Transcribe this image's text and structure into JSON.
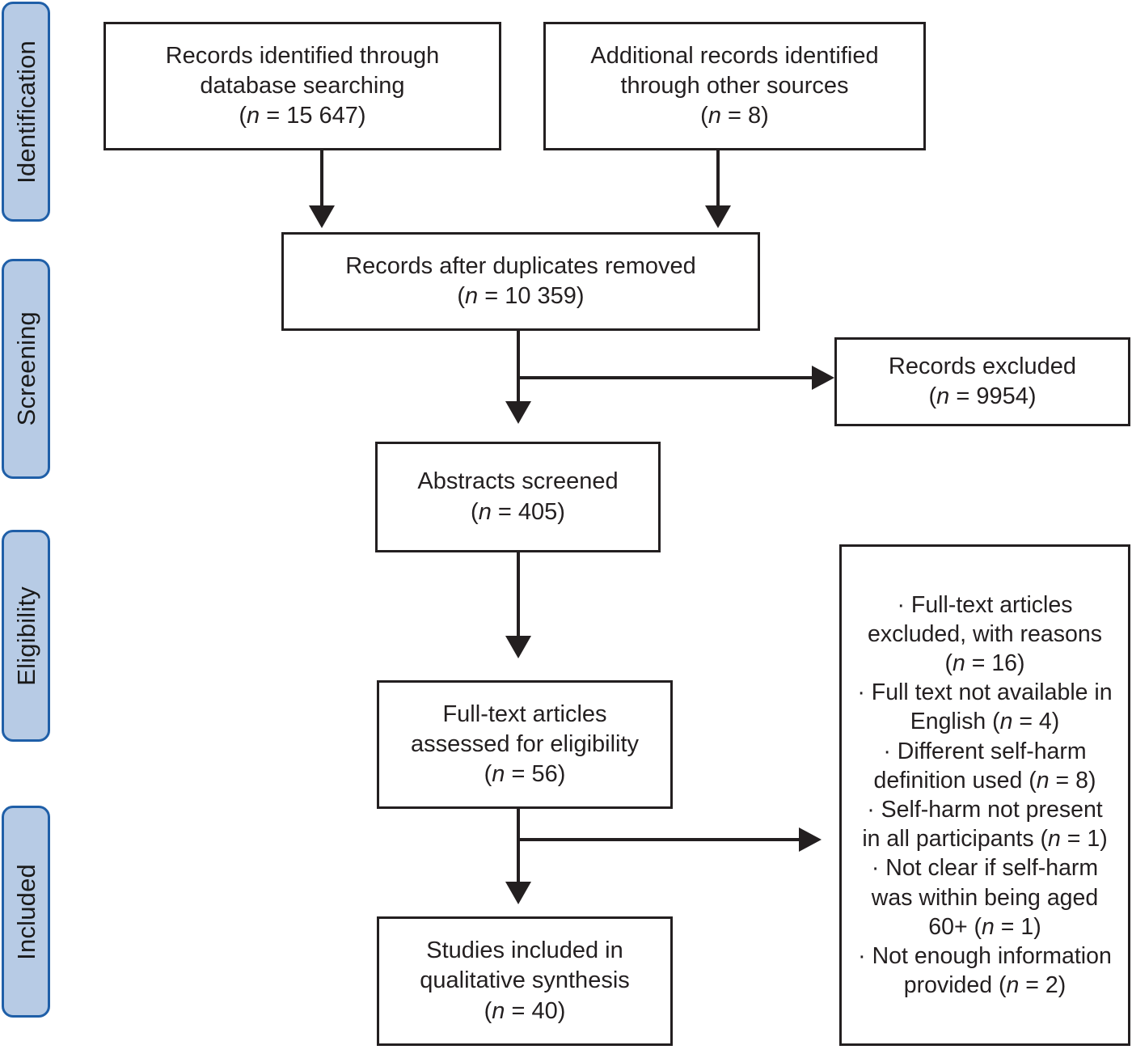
{
  "diagram": {
    "title": "PRISMA flow diagram",
    "type": "prisma-flow",
    "colors": {
      "stage_tab_fill": "#b7cbe5",
      "stage_tab_border": "#1f5fa8",
      "box_border": "#231f20",
      "box_fill": "#ffffff",
      "text": "#231f20",
      "arrow": "#231f20"
    }
  },
  "stages": [
    {
      "label": "Identification"
    },
    {
      "label": "Screening"
    },
    {
      "label": "Eligibility"
    },
    {
      "label": "Included"
    }
  ],
  "boxes": {
    "records_database": {
      "line1": "Records identified through",
      "line2": "database searching",
      "count_label": "(n = 15 647)",
      "n": 15647,
      "text": "Records identified through\ndatabase searching\n(n = 15 647)"
    },
    "records_other": {
      "line1": "Additional records identified",
      "line2": "through other sources",
      "count_label": "(n = 8)",
      "n": 8,
      "text": "Additional records identified\nthrough other sources\n(n = 8)"
    },
    "after_duplicates": {
      "line1": "Records after duplicates removed",
      "count_label": "(n = 10 359)",
      "n": 10359,
      "text": "Records after duplicates removed\n(n = 10 359)"
    },
    "records_excluded": {
      "line1": "Records excluded",
      "count_label": "(n = 9954)",
      "n": 9954,
      "text": "Records excluded\n(n = 9954)"
    },
    "abstracts_screened": {
      "line1": "Abstracts screened",
      "count_label": "(n = 405)",
      "n": 405,
      "text": "Abstracts screened\n(n = 405)"
    },
    "fulltext_assessed": {
      "line1": "Full-text articles",
      "line2": "assessed for eligibility",
      "count_label": "(n = 56)",
      "n": 56,
      "text": "Full-text articles\nassessed for eligibility\n(n = 56)"
    },
    "studies_included": {
      "line1": "Studies included in",
      "line2": "qualitative synthesis",
      "count_label": "(n = 40)",
      "n": 40,
      "text": "Studies included in\nqualitative synthesis\n(n = 40)"
    },
    "exclusion_reasons": {
      "text": "· Full-text articles\nexcluded, with reasons\n(n = 16)\n· Full text not available in\nEnglish (n = 4)\n· Different self-harm\ndefinition used (n = 8)\n· Self-harm not present\nin all participants (n = 1)\n· Not clear if self-harm\nwas within being aged\n60+ (n = 1)\n· Not enough information\nprovided (n = 2)",
      "items": [
        {
          "reason": "Full-text articles excluded, with reasons",
          "count_label": "(n = 16)",
          "n": 16
        },
        {
          "reason": "Full text not available in English",
          "count_label": "(n = 4)",
          "n": 4
        },
        {
          "reason": "Different self-harm definition used",
          "count_label": "(n = 8)",
          "n": 8
        },
        {
          "reason": "Self-harm not present in all participants",
          "count_label": "(n = 1)",
          "n": 1
        },
        {
          "reason": "Not clear if self-harm was within being aged 60+",
          "count_label": "(n = 1)",
          "n": 1
        },
        {
          "reason": "Not enough information provided",
          "count_label": "(n = 2)",
          "n": 2
        }
      ]
    }
  },
  "connectors": [
    {
      "name": "database-to-duplicates",
      "kind": "vertical-arrow"
    },
    {
      "name": "other-sources-to-duplicates",
      "kind": "vertical-arrow"
    },
    {
      "name": "duplicates-to-abstracts",
      "kind": "vertical-arrow"
    },
    {
      "name": "duplicates-to-records-excluded",
      "kind": "horizontal-arrow"
    },
    {
      "name": "abstracts-to-fulltext",
      "kind": "vertical-arrow"
    },
    {
      "name": "fulltext-to-studies-included",
      "kind": "vertical-arrow"
    },
    {
      "name": "fulltext-to-exclusion-reasons",
      "kind": "horizontal-arrow"
    }
  ]
}
